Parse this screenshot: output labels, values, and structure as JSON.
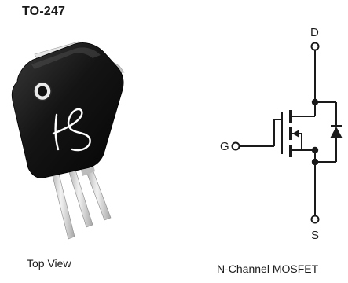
{
  "package": {
    "title": "TO-247",
    "caption": "Top View",
    "logo_icon": "stylized-b-logo"
  },
  "schematic": {
    "caption": "N-Channel MOSFET",
    "pins": {
      "drain": "D",
      "gate": "G",
      "source": "S"
    }
  },
  "colors": {
    "line": "#1a1a1a",
    "package_body": "#161616",
    "tab_metal": "#d8d8d8",
    "lead_metal": "#cfcfcf",
    "background": "#ffffff"
  }
}
